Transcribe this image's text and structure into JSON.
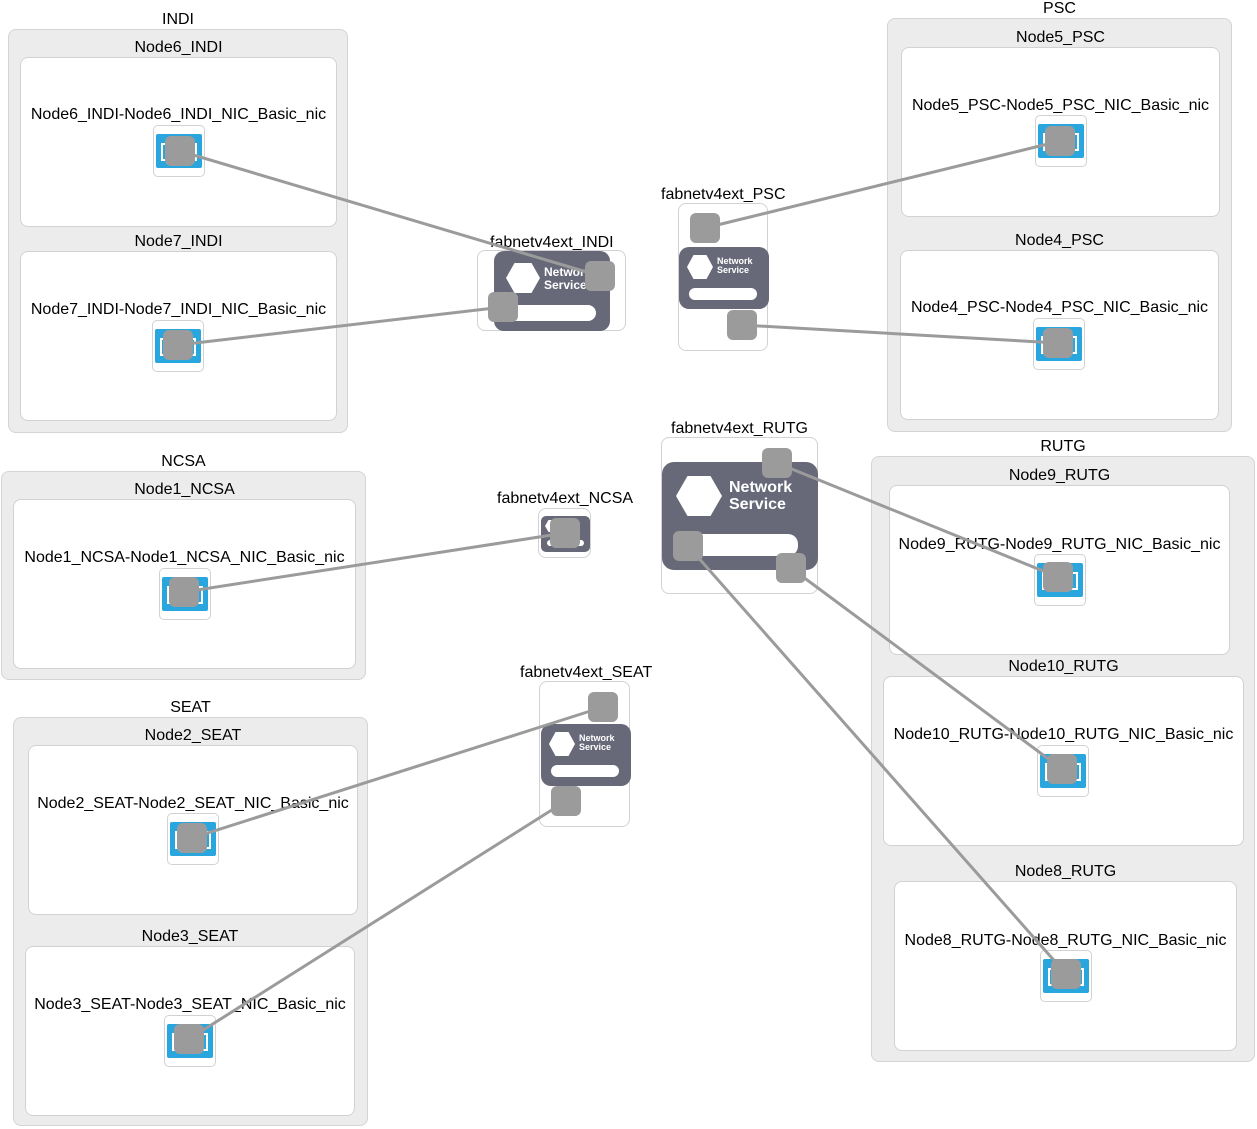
{
  "sites": {
    "indi": "INDI",
    "psc": "PSC",
    "ncsa": "NCSA",
    "rutg": "RUTG",
    "seat": "SEAT"
  },
  "nodes": {
    "node6": {
      "name": "Node6_INDI",
      "nic": "Node6_INDI-Node6_INDI_NIC_Basic_nic"
    },
    "node7": {
      "name": "Node7_INDI",
      "nic": "Node7_INDI-Node7_INDI_NIC_Basic_nic"
    },
    "node5": {
      "name": "Node5_PSC",
      "nic": "Node5_PSC-Node5_PSC_NIC_Basic_nic"
    },
    "node4": {
      "name": "Node4_PSC",
      "nic": "Node4_PSC-Node4_PSC_NIC_Basic_nic"
    },
    "node1": {
      "name": "Node1_NCSA",
      "nic": "Node1_NCSA-Node1_NCSA_NIC_Basic_nic"
    },
    "node9": {
      "name": "Node9_RUTG",
      "nic": "Node9_RUTG-Node9_RUTG_NIC_Basic_nic"
    },
    "node10": {
      "name": "Node10_RUTG",
      "nic": "Node10_RUTG-Node10_RUTG_NIC_Basic_nic"
    },
    "node8": {
      "name": "Node8_RUTG",
      "nic": "Node8_RUTG-Node8_RUTG_NIC_Basic_nic"
    },
    "node2": {
      "name": "Node2_SEAT",
      "nic": "Node2_SEAT-Node2_SEAT_NIC_Basic_nic"
    },
    "node3": {
      "name": "Node3_SEAT",
      "nic": "Node3_SEAT-Node3_SEAT_NIC_Basic_nic"
    }
  },
  "services": {
    "indi": "fabnetv4ext_INDI",
    "psc": "fabnetv4ext_PSC",
    "ncsa": "fabnetv4ext_NCSA",
    "rutg": "fabnetv4ext_RUTG",
    "seat": "fabnetv4ext_SEAT"
  },
  "service_icon_text": "Network\nService",
  "colors": {
    "site_bg": "#ececec",
    "nic": "#2aa6de",
    "service": "#676878",
    "port": "#9b9b9b",
    "link": "#9b9b9b"
  },
  "icons": {
    "nic": "network-card-icon",
    "service": "network-service-icon",
    "port": "interface-port-icon"
  }
}
